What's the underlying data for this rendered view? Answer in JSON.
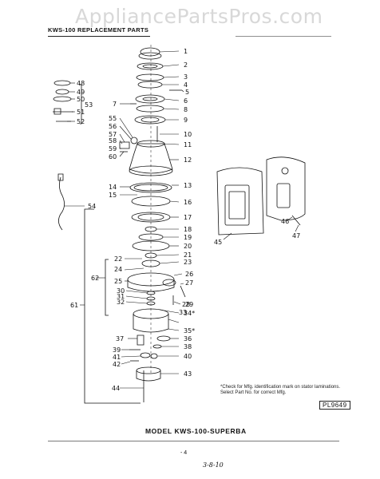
{
  "watermark": "AppliancePartsPros.com",
  "header": "KWS-100 REPLACEMENT PARTS",
  "callouts_right": [
    "1",
    "2",
    "3",
    "4",
    "5",
    "6",
    "8",
    "9",
    "10",
    "11",
    "12",
    "13",
    "16",
    "17",
    "18",
    "19",
    "20",
    "21",
    "23",
    "26",
    "27",
    "28",
    "29",
    "33",
    "34*",
    "35*",
    "36",
    "38",
    "40",
    "43"
  ],
  "callouts_left": [
    "7",
    "14",
    "15",
    "22",
    "24",
    "25",
    "30",
    "31",
    "32",
    "37",
    "39",
    "41",
    "42",
    "44",
    "55",
    "56",
    "57",
    "58",
    "59",
    "60",
    "62",
    "61",
    "54"
  ],
  "callouts_group53": [
    "48",
    "49",
    "50",
    "51",
    "52",
    "53"
  ],
  "callouts_cabinet": [
    "45",
    "46",
    "47"
  ],
  "footnote": "*Check for Mfg. identification mark on stator laminations. Select Part No. for correct Mfg.",
  "part_code": "PL9649",
  "model_title": "MODEL KWS-100-SUPERBA",
  "page_number": "- 4",
  "handwritten_note": "3-8-10"
}
